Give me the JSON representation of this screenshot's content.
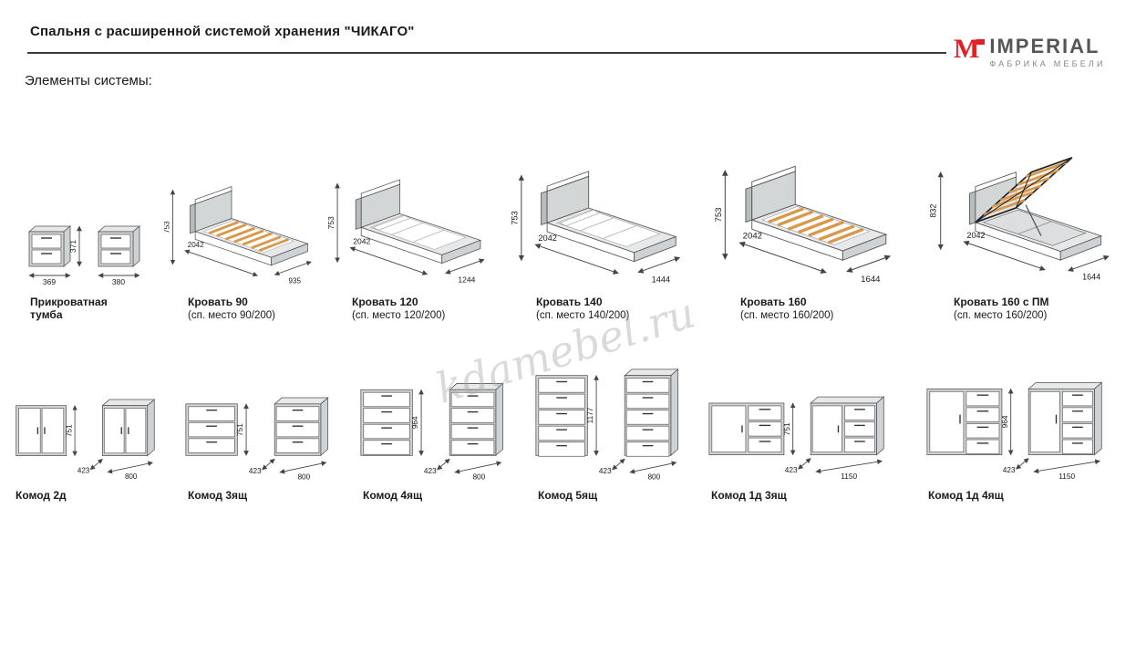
{
  "page": {
    "title": "Спальня с расширенной системой хранения \"ЧИКАГО\"",
    "section_label": "Элементы системы:",
    "watermark": "kdamebel.ru"
  },
  "logo": {
    "mark": "М",
    "brand": "IMPERIAL",
    "tagline": "ФАБРИКА МЕБЕЛИ"
  },
  "colors": {
    "accent_red": "#e31e24",
    "logo_gray": "#55565a",
    "slat_orange": "#d9984a",
    "dim_line": "#444444",
    "body_gray": "#d3d6d7"
  },
  "row1": [
    {
      "name": "Прикроватная тумба",
      "dims": {
        "height": "371",
        "width_left": "369",
        "width_right": "380"
      }
    },
    {
      "name": "Кровать 90",
      "subtitle": "(сп. место 90/200)",
      "dims": {
        "height": "753",
        "length": "2042",
        "width": "935"
      }
    },
    {
      "name": "Кровать 120",
      "subtitle": "(сп. место 120/200)",
      "dims": {
        "height": "753",
        "length": "2042",
        "width": "1244"
      }
    },
    {
      "name": "Кровать 140",
      "subtitle": "(сп. место 140/200)",
      "dims": {
        "height": "753",
        "length": "2042",
        "width": "1444"
      }
    },
    {
      "name": "Кровать 160",
      "subtitle": "(сп. место 160/200)",
      "dims": {
        "height": "753",
        "length": "2042",
        "width": "1644"
      }
    },
    {
      "name": "Кровать 160 с ПМ",
      "subtitle": "(сп. место 160/200)",
      "dims": {
        "height": "832",
        "length": "2042",
        "width": "1644"
      }
    }
  ],
  "row2": [
    {
      "name": "Комод 2д",
      "dims": {
        "height": "751",
        "depth": "423",
        "width": "800"
      }
    },
    {
      "name": "Комод 3ящ",
      "dims": {
        "height": "751",
        "depth": "423",
        "width": "800"
      }
    },
    {
      "name": "Комод 4ящ",
      "dims": {
        "height": "964",
        "depth": "423",
        "width": "800"
      }
    },
    {
      "name": "Комод 5ящ",
      "dims": {
        "height": "1177",
        "depth": "423",
        "width": "800"
      }
    },
    {
      "name": "Комод 1д 3ящ",
      "dims": {
        "height": "751",
        "depth": "423",
        "width": "1150"
      }
    },
    {
      "name": "Комод 1д 4ящ",
      "dims": {
        "height": "964",
        "depth": "423",
        "width": "1150"
      }
    }
  ]
}
